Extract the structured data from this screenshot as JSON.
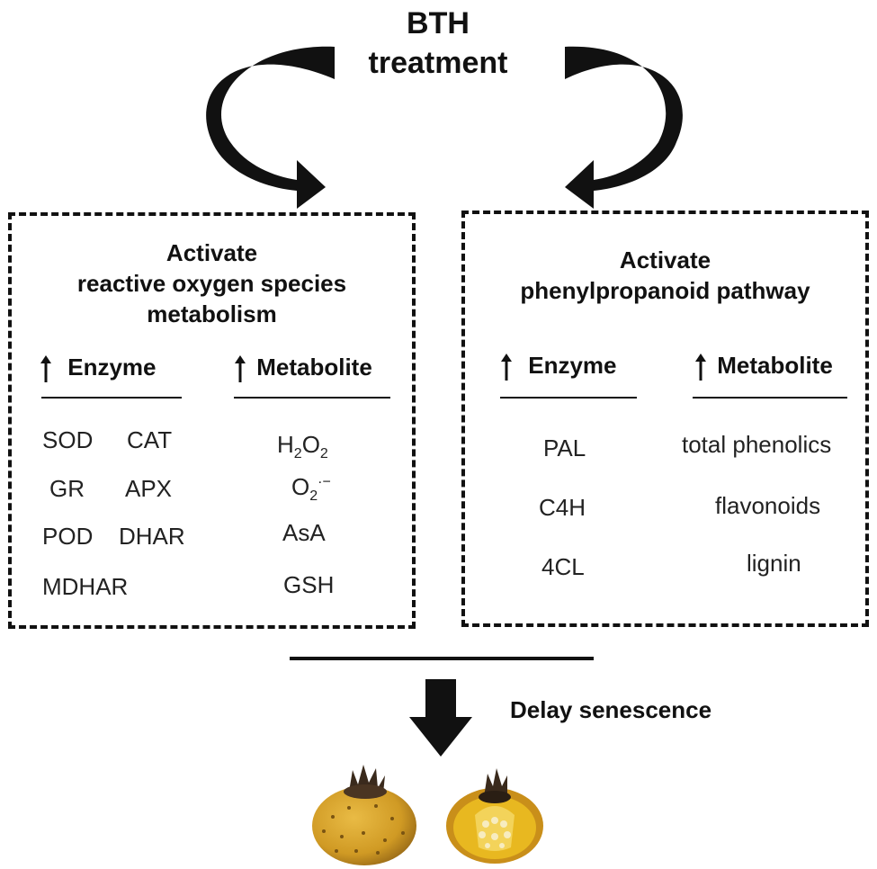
{
  "diagram": {
    "title": "BTH\ntreatment",
    "title_line1": "BTH",
    "title_line2": "treatment",
    "left_box": {
      "heading_line1": "Activate",
      "heading_line2": "reactive oxygen species",
      "heading_line3": "metabolism",
      "enzyme_header": "Enzyme",
      "metabolite_header": "Metabolite",
      "enzymes": [
        "SOD",
        "CAT",
        "GR",
        "APX",
        "POD",
        "DHAR",
        "MDHAR"
      ],
      "metabolites": [
        "H2O2",
        "O2·−",
        "AsA",
        "GSH"
      ]
    },
    "right_box": {
      "heading_line1": "Activate",
      "heading_line2": "phenylpropanoid pathway",
      "enzyme_header": "Enzyme",
      "metabolite_header": "Metabolite",
      "enzymes": [
        "PAL",
        "C4H",
        "4CL"
      ],
      "metabolites": [
        "total phenolics",
        "flavonoids",
        "lignin"
      ]
    },
    "outcome": "Delay senescence",
    "colors": {
      "ink": "#111111",
      "fruit_skin": "#d9a62a",
      "fruit_flesh": "#e8b820",
      "calyx": "#3a2a1c"
    }
  }
}
